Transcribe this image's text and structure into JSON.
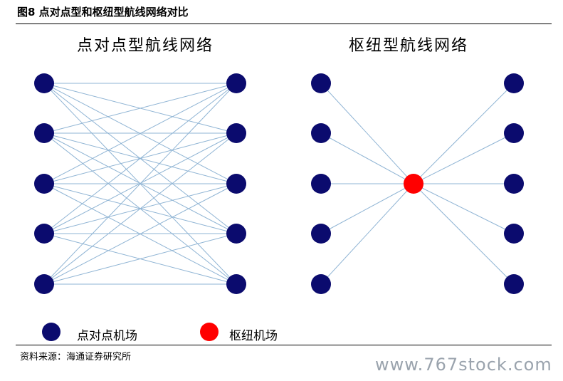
{
  "figure": {
    "title": "图8  点对点型和枢纽型航线网络对比",
    "source": "资料来源：海通证券研究所"
  },
  "panels": {
    "left_title": "点对点型航线网络",
    "right_title": "枢纽型航线网络"
  },
  "legend": {
    "p2p_label": "点对点机场",
    "hub_label": "枢纽机场"
  },
  "watermark": "www.767stock.com",
  "colors": {
    "airport": "#0b0b6e",
    "hub": "#ff0000",
    "route": "#8fb4d4"
  }
}
